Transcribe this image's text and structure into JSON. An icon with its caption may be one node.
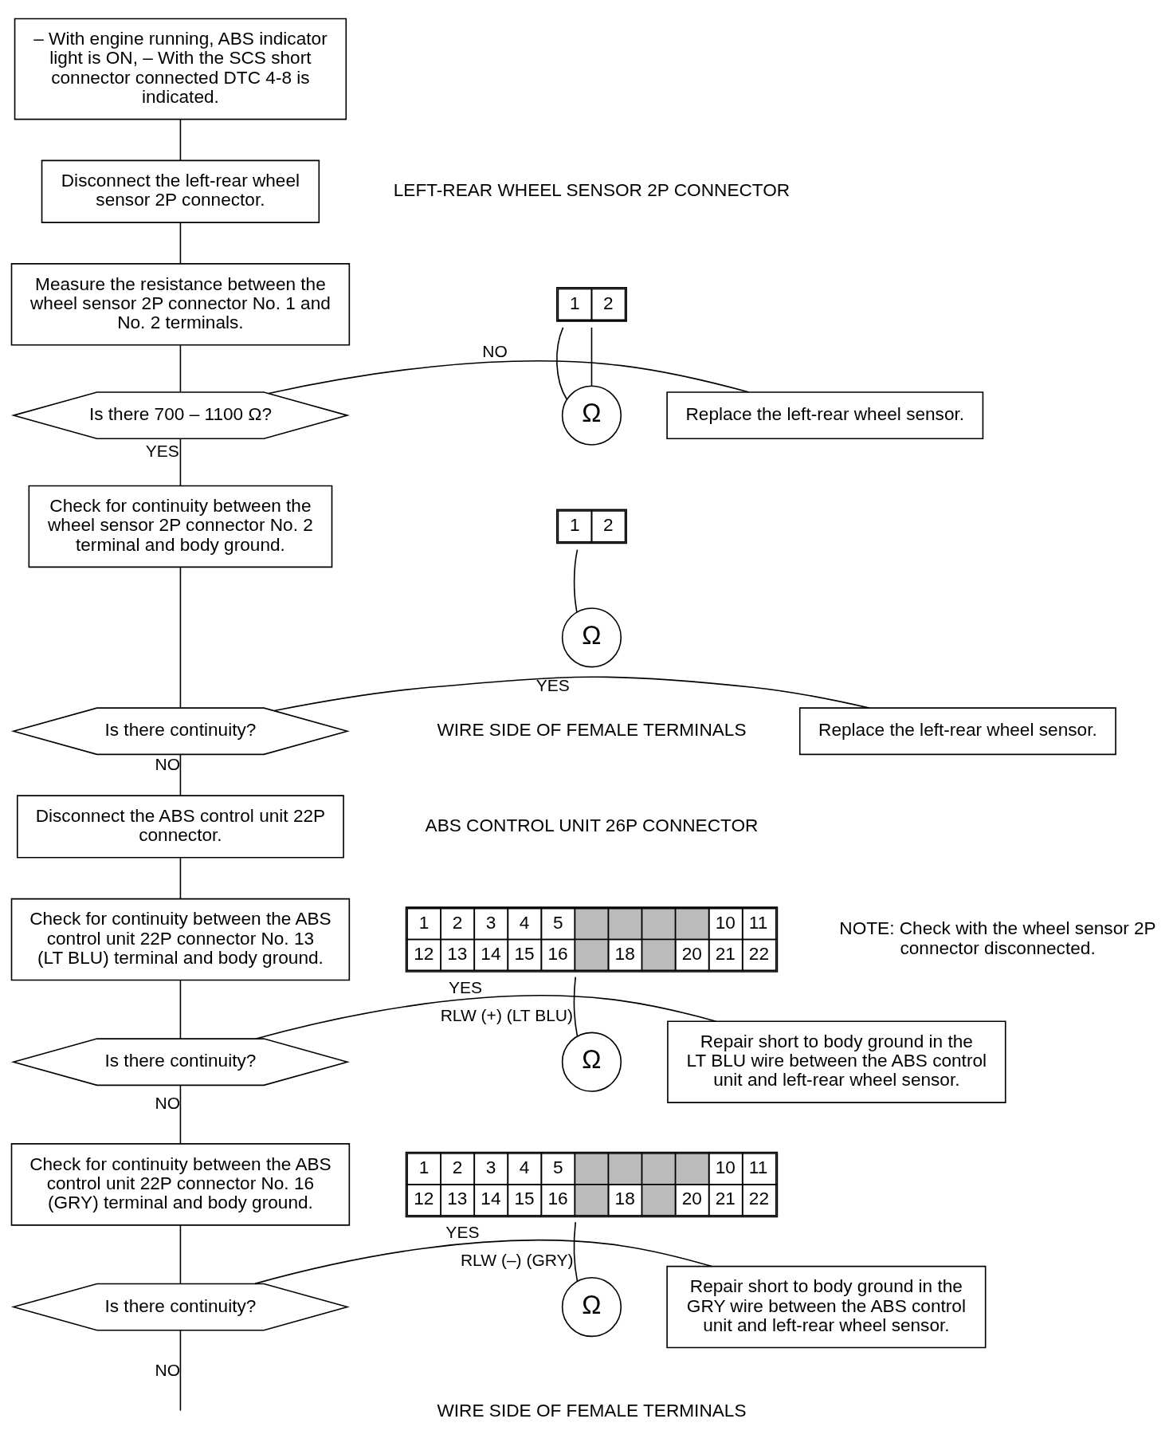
{
  "diagram": {
    "nodes": [
      {
        "text": [
          "– With engine running, ABS indicator light is ON, – With the SCS short connector connected DTC 4-8 is indicated."
        ]
      },
      {
        "text": [
          "Disconnect the left-rear wheel sensor 2P connector."
        ]
      },
      {
        "text": [
          "Measure the resistance between the wheel sensor 2P connector No. 1 and No. 2 terminals."
        ]
      },
      {
        "text": [
          "Is there 700 – 1100 Ω?"
        ]
      },
      {
        "text": [
          "Replace the left-rear wheel sensor."
        ]
      },
      {
        "text": [
          "Check for continuity between the wheel sensor 2P connector No. 2 terminal and body ground."
        ]
      },
      {
        "text": [
          "Is there continuity?"
        ]
      },
      {
        "text": [
          "Replace the left-rear wheel sensor."
        ]
      },
      {
        "text": [
          "Disconnect the ABS control unit 22P connector."
        ]
      },
      {
        "text": [
          "Check for continuity between the ABS control unit 22P connector No. 13 (LT BLU) terminal and body ground."
        ]
      },
      {
        "text": [
          "Is there continuity?"
        ]
      },
      {
        "text": [
          "Repair short to body ground in the LT BLU wire between the ABS control unit and left-rear wheel sensor."
        ]
      },
      {
        "text": [
          "Check for continuity between the ABS control unit 22P connector No. 16 (GRY) terminal and body ground."
        ]
      },
      {
        "text": [
          "Is there continuity?"
        ]
      },
      {
        "text": [
          "Repair short to body ground in the GRY wire between the ABS control unit and left-rear wheel sensor."
        ]
      },
      {
        "text": [
          "1",
          "2"
        ]
      },
      {
        "text": [
          "Ω"
        ]
      },
      {
        "text": [
          "1",
          "2"
        ]
      },
      {
        "text": [
          "Ω"
        ]
      },
      {
        "text": [
          "1",
          "2",
          "3",
          "4",
          "5",
          "10",
          "11",
          "12",
          "13",
          "14",
          "15",
          "16",
          "18",
          "20",
          "21",
          "22"
        ]
      },
      {
        "text": [
          "Ω"
        ]
      },
      {
        "text": [
          "1",
          "2",
          "3",
          "4",
          "5",
          "10",
          "11",
          "12",
          "13",
          "14",
          "15",
          "16",
          "18",
          "20",
          "21",
          "22"
        ]
      },
      {
        "text": [
          "Ω"
        ]
      }
    ],
    "edges": [
      {
        "from": 0,
        "to": 1,
        "arrow": "none"
      },
      {
        "from": 1,
        "to": 2,
        "arrow": "none"
      },
      {
        "from": 2,
        "to": 3,
        "arrow": "none"
      },
      {
        "from": 3,
        "to": 4,
        "arrow": "none",
        "label": "NO"
      },
      {
        "from": 3,
        "to": 5,
        "arrow": "none",
        "label": "YES"
      },
      {
        "from": 5,
        "to": 6,
        "arrow": "none"
      },
      {
        "from": 6,
        "to": 7,
        "arrow": "none",
        "label": "YES"
      },
      {
        "from": 6,
        "to": 8,
        "arrow": "none",
        "label": "NO"
      },
      {
        "from": 8,
        "to": 9,
        "arrow": "none"
      },
      {
        "from": 9,
        "to": 10,
        "arrow": "none"
      },
      {
        "from": 10,
        "to": 11,
        "arrow": "none",
        "label": "YES"
      },
      {
        "from": 10,
        "to": 12,
        "arrow": "none",
        "label": "NO"
      },
      {
        "from": 12,
        "to": 13,
        "arrow": "none"
      },
      {
        "from": 13,
        "to": 14,
        "arrow": "none",
        "label": "YES"
      },
      {
        "from": 13,
        "to": null,
        "arrow": "none",
        "label": "NO"
      },
      {
        "from": 15,
        "to": 16,
        "arrow": "none"
      },
      {
        "from": 15,
        "to": 16,
        "arrow": "none"
      },
      {
        "from": 17,
        "to": 18,
        "arrow": "none"
      },
      {
        "from": 19,
        "to": 20,
        "arrow": "none",
        "label": "RLW (+) (LT BLU)"
      },
      {
        "from": 21,
        "to": 22,
        "arrow": "none",
        "label": "RLW (–) (GRY)"
      }
    ],
    "labels": [
      "LEFT-REAR WHEEL SENSOR 2P CONNECTOR",
      "WIRE SIDE OF FEMALE TERMINALS",
      "ABS CONTROL UNIT 26P CONNECTOR",
      "NOTE: Check with the wheel sensor 2P connector disconnected.",
      "WIRE SIDE OF FEMALE TERMINALS"
    ]
  }
}
